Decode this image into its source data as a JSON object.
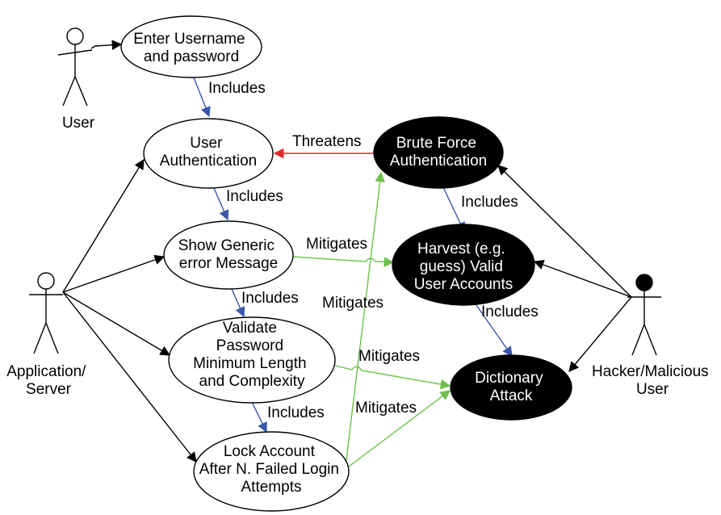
{
  "colors": {
    "includes": "#3a57a8",
    "mitigates": "#6cc04a",
    "threatens": "#e2262a",
    "association": "#000000",
    "misuse_fill": "#000000",
    "usecase_fill": "#ffffff"
  },
  "actors": {
    "user": "User",
    "app": [
      "Application/",
      "Server"
    ],
    "hacker": [
      "Hacker/Malicious",
      "User"
    ]
  },
  "usecases": {
    "enter": [
      "Enter Username",
      "and password"
    ],
    "auth": [
      "User",
      "Authentication"
    ],
    "show": [
      "Show Generic",
      "error Message"
    ],
    "validate": [
      "Validate",
      "Password",
      "Minimum Length",
      "and Complexity"
    ],
    "lock": [
      "Lock Account",
      "After N. Failed Login",
      "Attempts"
    ]
  },
  "misuse": {
    "brute": [
      "Brute Force",
      "Authentication"
    ],
    "harvest": [
      "Harvest (e.g.",
      "guess) Valid",
      "User Accounts"
    ],
    "dict": [
      "Dictionary",
      "Attack"
    ]
  },
  "edges": {
    "includes": "Includes",
    "threatens": "Threatens",
    "mitigates": "Mitigates"
  }
}
